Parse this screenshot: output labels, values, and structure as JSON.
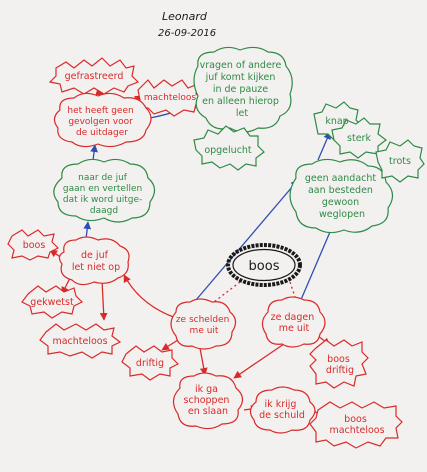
{
  "header": {
    "name": "Leonard",
    "date": "26-09-2016"
  },
  "colors": {
    "red": "#d92a2a",
    "green": "#2f8a46",
    "blue": "#2d4fb5",
    "black": "#1a1a1a",
    "paper": "#f3f1ef"
  },
  "nodes": {
    "center": {
      "text": "boos"
    },
    "gefrastreerd": {
      "text": "gefrastreerd"
    },
    "machteloos_top": {
      "text": "machteloos"
    },
    "gevolgen": {
      "lines": [
        "het heeft geen",
        "gevolgen voor",
        "de uitdager"
      ]
    },
    "vragen": {
      "lines": [
        "vragen of andere",
        "juf komt kijken",
        "in de pauze",
        "en alleen hierop",
        "let"
      ]
    },
    "opgelucht": {
      "text": "opgelucht"
    },
    "naar_juf": {
      "lines": [
        "naar de juf",
        "gaan en vertellen",
        "dat ik word uitge-",
        "daagd"
      ]
    },
    "boos_left": {
      "text": "boos"
    },
    "juf_let_niet_op": {
      "lines": [
        "de juf",
        "let niet op"
      ]
    },
    "gekwetst": {
      "text": "gekwetst"
    },
    "machteloos_left": {
      "text": "machteloos"
    },
    "knap": {
      "text": "knap"
    },
    "sterk": {
      "text": "sterk"
    },
    "trots": {
      "text": "trots"
    },
    "geen_aandacht": {
      "lines": [
        "geen aandacht",
        "aan besteden",
        "gewoon",
        "weglopen"
      ]
    },
    "schelden": {
      "lines": [
        "ze schelden",
        "me uit"
      ]
    },
    "dagen": {
      "lines": [
        "ze dagen",
        "me uit"
      ]
    },
    "driftig": {
      "text": "driftig"
    },
    "boos_driftig": {
      "lines": [
        "boos",
        "driftig"
      ]
    },
    "schoppen": {
      "lines": [
        "ik ga",
        "schoppen",
        "en slaan"
      ]
    },
    "schuld": {
      "lines": [
        "ik krijg",
        "de schuld"
      ]
    },
    "boos_machteloos": {
      "lines": [
        "boos",
        "machteloos"
      ]
    }
  }
}
